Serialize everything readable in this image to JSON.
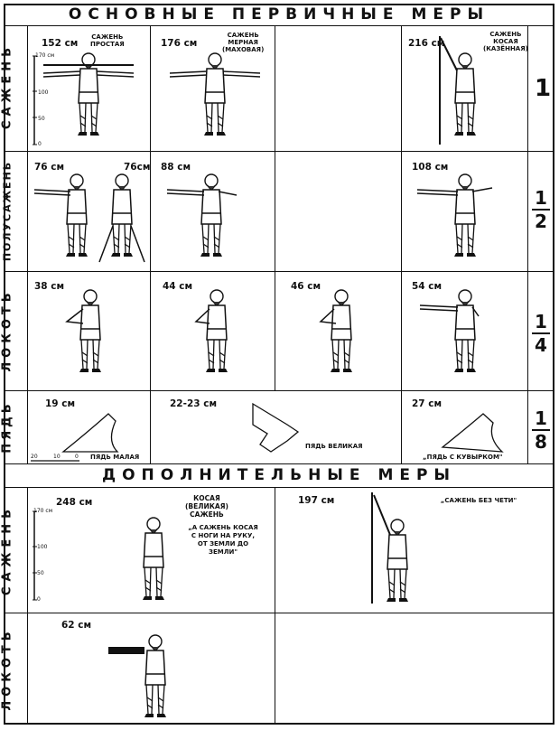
{
  "header_primary": "ОСНОВНЫЕ ПЕРВИЧНЫЕ МЕРЫ",
  "header_additional": "ДОПОЛНИТЕЛЬНЫЕ МЕРЫ",
  "rows": {
    "sazhen": "САЖЕНЬ",
    "polusazhen": "ПОЛУСАЖЕНЬ",
    "lokot": "ЛОКОТЬ",
    "pyad": "ПЯДЬ",
    "sazhen2": "САЖЕНЬ",
    "lokot2": "ЛОКОТЬ"
  },
  "fractions": {
    "one": "1",
    "half_num": "1",
    "half_den": "2",
    "quarter_num": "1",
    "quarter_den": "4",
    "eighth_num": "1",
    "eighth_den": "8"
  },
  "measures": {
    "s152": "152 см",
    "s176": "176 см",
    "s216": "216 см",
    "p76a": "76 см",
    "p76b": "76см",
    "p88": "88 см",
    "p108": "108 см",
    "l38": "38 см",
    "l44": "44 см",
    "l46": "46 см",
    "l54": "54 см",
    "y19": "19 см",
    "y22": "22-23 см",
    "y27": "27 см",
    "a248": "248 см",
    "a197": "197 см",
    "a62": "62 см"
  },
  "captions": {
    "prostaya_1": "САЖЕНЬ",
    "prostaya_2": "ПРОСТАЯ",
    "mernaya_1": "САЖЕНЬ",
    "mernaya_2": "МЕРНАЯ",
    "mernaya_3": "(МАХОВАЯ)",
    "kosaya_1": "САЖЕНЬ",
    "kosaya_2": "КОСАЯ",
    "kosaya_3": "(КАЗЁННАЯ)",
    "pyad_malaya": "ПЯДЬ МАЛАЯ",
    "pyad_velikaya": "ПЯДЬ ВЕЛИКАЯ",
    "pyad_kuvyrok": "„ПЯДЬ С КУВЫРКОМ\"",
    "kosaya_velikaya_1": "КОСАЯ",
    "kosaya_velikaya_2": "(ВЕЛИКАЯ)",
    "kosaya_velikaya_3": "САЖЕНЬ",
    "quote": "„А САЖЕНЬ КОСАЯ С НОГИ НА РУКУ, ОТ ЗЕМЛИ ДО ЗЕМЛИ\"",
    "bez_cheti": "„САЖЕНЬ БЕЗ ЧЕТИ\""
  },
  "scale": {
    "t170": "170 см",
    "t100": "100",
    "t50": "50",
    "t0": "0",
    "r20": "20",
    "r10": "10",
    "r0": "0"
  }
}
